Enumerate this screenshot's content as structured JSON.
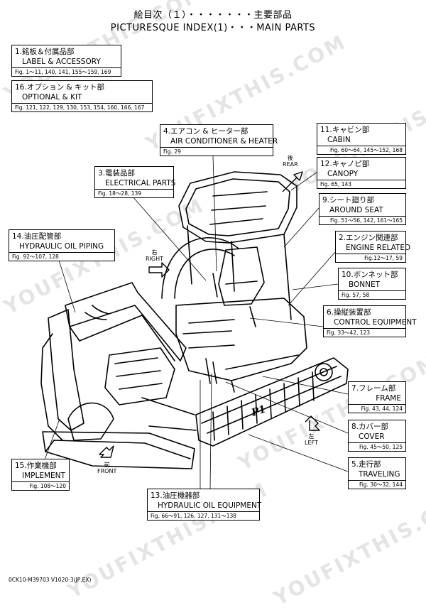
{
  "header": {
    "line1": "絵目次（１）・・・・・・・主要部品",
    "line2": "PICTURESQUE INDEX(1)・・・MAIN PARTS"
  },
  "watermark": "YOUFIXTHIS.COM",
  "parts": [
    {
      "jp": "1.銘板＆付属品部",
      "en": "LABEL & ACCESSORY",
      "fig": "Fig. 1～11, 140, 141, 155～159, 169"
    },
    {
      "jp": "16.オプション & キット部",
      "en": "OPTIONAL & KIT",
      "fig": "Fig. 121, 122, 129, 130, 153, 154, 160, 166, 167"
    },
    {
      "jp": "4.エアコン & ヒーター部",
      "en": "AIR CONDITIONER & HEATER",
      "fig": "Fig. 29"
    },
    {
      "jp": "11.キャビン部",
      "en": "CABIN",
      "fig": "Fig. 60～64, 145～152, 168"
    },
    {
      "jp": "3.電装品部",
      "en": "ELECTRICAL PARTS",
      "fig": "Fig. 18～28, 139"
    },
    {
      "jp": "12.キャノピ部",
      "en": "CANOPY",
      "fig": "Fig. 65, 143"
    },
    {
      "jp": "9.シート廻り部",
      "en": "AROUND SEAT",
      "fig": "Fig. 51～56, 142, 161～165"
    },
    {
      "jp": "14.油圧配管部",
      "en": "HYDRAULIC OIL PIPING",
      "fig": "Fig. 92～107, 128"
    },
    {
      "jp": "2.エンジン関連部",
      "en": "ENGINE RELATED",
      "fig": "Fig.12～17, 59"
    },
    {
      "jp": "10.ボンネット部",
      "en": "BONNET",
      "fig": "Fig. 57, 58"
    },
    {
      "jp": "6.操縦装置部",
      "en": "CONTROL EQUIPMENT",
      "fig": "Fig. 33～42, 123"
    },
    {
      "jp": "7.フレーム部",
      "en": "FRAME",
      "fig": "Fig. 43, 44, 124"
    },
    {
      "jp": "8.カバー部",
      "en": "COVER",
      "fig": "Fig. 45～50, 125"
    },
    {
      "jp": "15.作業機部",
      "en": "IMPLEMENT",
      "fig": "Fig. 108～120"
    },
    {
      "jp": "5.走行部",
      "en": "TRAVELING",
      "fig": "Fig. 30～32, 144"
    },
    {
      "jp": "13.油圧機器部",
      "en": "HYDRAULIC OIL EQUIPMENT",
      "fig": "Fig. 66～91, 126, 127, 131～138"
    }
  ],
  "directions": {
    "rear_jp": "後",
    "rear_en": "REAR",
    "right_jp": "右",
    "right_en": "RIGHT",
    "left_jp": "左",
    "left_en": "LEFT",
    "front_jp": "前",
    "front_en": "FRONT"
  },
  "machine_mark": "P1",
  "doc_code": "0CK10-M39703 V1020-3(JP,EX)"
}
